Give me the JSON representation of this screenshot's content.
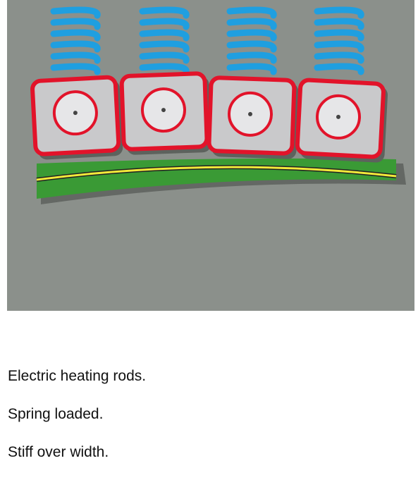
{
  "colors": {
    "background": "#8b908b",
    "spring": "#1f9fe0",
    "block_fill": "#c9c9cb",
    "block_border": "#e2132a",
    "belt": "#3a9a35",
    "belt_stripe": "#f2ea3a",
    "shadow": "#5d625d"
  },
  "diagram": {
    "spring_count": 4,
    "heater_block_count": 4
  },
  "captions": [
    "Electric heating rods.",
    "Spring loaded.",
    "Stiff over width."
  ]
}
